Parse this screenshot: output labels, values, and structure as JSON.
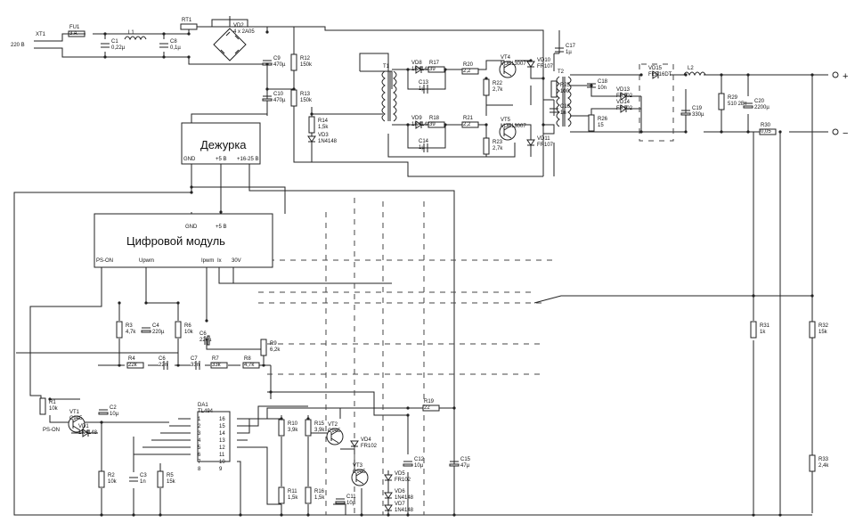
{
  "modules": {
    "standby": "Дежурка",
    "digital": "Цифровой модуль"
  },
  "standby_pins": {
    "gnd": "GND",
    "v5": "+5 В",
    "v16": "+16-25 В"
  },
  "digital_pins_top": {
    "gnd": "GND",
    "v5": "+5 В"
  },
  "digital_pins_bottom": {
    "pson": "PS-ON",
    "upwm": "Upwm",
    "ipwm": "Ipwm",
    "ix": "Ix",
    "v30": "30V"
  },
  "terminals": {
    "mains": "220 В",
    "xt1": "XT1",
    "plus": "+",
    "minus": "−"
  },
  "components": [
    {
      "id": "fu1",
      "ref": "FU1",
      "value": "3 A"
    },
    {
      "id": "c1",
      "ref": "C1",
      "value": "0,22µ"
    },
    {
      "id": "l1",
      "ref": "L1",
      "value": ""
    },
    {
      "id": "c8",
      "ref": "C8",
      "value": "0,1µ"
    },
    {
      "id": "rt1",
      "ref": "RT1",
      "value": ""
    },
    {
      "id": "vd2",
      "ref": "VD2",
      "value": "4 x 2A05"
    },
    {
      "id": "c9",
      "ref": "C9",
      "value": "470µ"
    },
    {
      "id": "c10",
      "ref": "C10",
      "value": "470µ"
    },
    {
      "id": "r12",
      "ref": "R12",
      "value": "150k"
    },
    {
      "id": "r13",
      "ref": "R13",
      "value": "150k"
    },
    {
      "id": "r14",
      "ref": "R14",
      "value": "1,5k"
    },
    {
      "id": "vd3",
      "ref": "VD3",
      "value": "1N4148"
    },
    {
      "id": "t1",
      "ref": "T1",
      "value": ""
    },
    {
      "id": "vd8",
      "ref": "VD8",
      "value": "1N4148"
    },
    {
      "id": "r17",
      "ref": "R17",
      "value": "39"
    },
    {
      "id": "c13",
      "ref": "C13",
      "value": "1µ"
    },
    {
      "id": "r20",
      "ref": "R20",
      "value": "2,2"
    },
    {
      "id": "r22",
      "ref": "R22",
      "value": "2,7k"
    },
    {
      "id": "vt4",
      "ref": "VT4",
      "value": "MJE13007"
    },
    {
      "id": "vd10",
      "ref": "VD10",
      "value": "FR107"
    },
    {
      "id": "vd9",
      "ref": "VD9",
      "value": "1N4148"
    },
    {
      "id": "r18",
      "ref": "R18",
      "value": "39"
    },
    {
      "id": "c14",
      "ref": "C14",
      "value": "1µ"
    },
    {
      "id": "r21",
      "ref": "R21",
      "value": "2,2"
    },
    {
      "id": "r23",
      "ref": "R23",
      "value": "2,7k"
    },
    {
      "id": "vt5",
      "ref": "VT5",
      "value": "MJE13007"
    },
    {
      "id": "vd11",
      "ref": "VD11",
      "value": "FR107"
    },
    {
      "id": "c17",
      "ref": "C17",
      "value": "1µ"
    },
    {
      "id": "t2",
      "ref": "T2",
      "value": ""
    },
    {
      "id": "r25",
      "ref": "R25",
      "value": "100"
    },
    {
      "id": "c16",
      "ref": "C16",
      "value": "1n"
    },
    {
      "id": "c18",
      "ref": "C18",
      "value": "10n"
    },
    {
      "id": "r26",
      "ref": "R26",
      "value": "15"
    },
    {
      "id": "vd13",
      "ref": "VD13",
      "value": "FR102"
    },
    {
      "id": "vd14",
      "ref": "VD14",
      "value": "FR102"
    },
    {
      "id": "vd15",
      "ref": "VD15",
      "value": "FEP16DT"
    },
    {
      "id": "c19",
      "ref": "C19",
      "value": "330µ"
    },
    {
      "id": "l2",
      "ref": "L2",
      "value": ""
    },
    {
      "id": "r29",
      "ref": "R29",
      "value": "510 2Вт"
    },
    {
      "id": "c20",
      "ref": "C20",
      "value": "2200µ"
    },
    {
      "id": "r30",
      "ref": "R30",
      "value": "0,05"
    },
    {
      "id": "r31",
      "ref": "R31",
      "value": "1k"
    },
    {
      "id": "r32",
      "ref": "R32",
      "value": "15k"
    },
    {
      "id": "r33",
      "ref": "R33",
      "value": "2,4k"
    },
    {
      "id": "r3",
      "ref": "R3",
      "value": "4,7k"
    },
    {
      "id": "c4",
      "ref": "C4",
      "value": "220µ"
    },
    {
      "id": "r6",
      "ref": "R6",
      "value": "10k"
    },
    {
      "id": "c6a",
      "ref": "C6",
      "value": "220µ"
    },
    {
      "id": "r9",
      "ref": "R9",
      "value": "6,2k"
    },
    {
      "id": "r4",
      "ref": "R4",
      "value": "22k"
    },
    {
      "id": "c6b",
      "ref": "C6",
      "value": "22n"
    },
    {
      "id": "c7",
      "ref": "C7",
      "value": "33n"
    },
    {
      "id": "r7",
      "ref": "R7",
      "value": "33k"
    },
    {
      "id": "r8",
      "ref": "R8",
      "value": "4,7k"
    },
    {
      "id": "r1",
      "ref": "R1",
      "value": "10k"
    },
    {
      "id": "vt1",
      "ref": "VT1",
      "value": "C945"
    },
    {
      "id": "vd1",
      "ref": "VD1",
      "value": "1N4148"
    },
    {
      "id": "c2",
      "ref": "C2",
      "value": "10µ"
    },
    {
      "id": "r2",
      "ref": "R2",
      "value": "10k"
    },
    {
      "id": "c3",
      "ref": "C3",
      "value": "1n"
    },
    {
      "id": "r5",
      "ref": "R5",
      "value": "15k"
    },
    {
      "id": "da1",
      "ref": "DA1",
      "value": "TL494"
    },
    {
      "id": "r10",
      "ref": "R10",
      "value": "3,9k"
    },
    {
      "id": "r11",
      "ref": "R11",
      "value": "1,5k"
    },
    {
      "id": "r15",
      "ref": "R15",
      "value": "3,9k"
    },
    {
      "id": "r16",
      "ref": "R16",
      "value": "1,5k"
    },
    {
      "id": "vt2",
      "ref": "VT2",
      "value": "C945"
    },
    {
      "id": "vd4",
      "ref": "VD4",
      "value": "FR102"
    },
    {
      "id": "vt3",
      "ref": "VT3",
      "value": "C945"
    },
    {
      "id": "vd5",
      "ref": "VD5",
      "value": "FR102"
    },
    {
      "id": "vd6",
      "ref": "VD6",
      "value": "1N4148"
    },
    {
      "id": "vd7",
      "ref": "VD7",
      "value": "1N4148"
    },
    {
      "id": "c11",
      "ref": "C11",
      "value": "10µ"
    },
    {
      "id": "r19",
      "ref": "R19",
      "value": "22"
    },
    {
      "id": "c12",
      "ref": "C12",
      "value": "10µ"
    },
    {
      "id": "c15",
      "ref": "C15",
      "value": "47µ"
    }
  ],
  "da1_pins_left": [
    "1",
    "2",
    "3",
    "4",
    "5",
    "6",
    "7",
    "8"
  ],
  "da1_pins_right": [
    "16",
    "15",
    "14",
    "13",
    "12",
    "11",
    "10",
    "9"
  ],
  "pson_label": "PS-ON"
}
